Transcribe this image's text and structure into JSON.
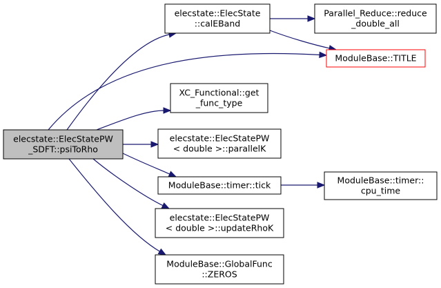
{
  "graph": {
    "colors": {
      "edge": "#191970",
      "node_border": "#000000",
      "root_fill": "#bfbfbf",
      "node_fill": "#ffffff",
      "highlight_border": "#ff0000"
    },
    "nodes": [
      {
        "id": "root",
        "lines": [
          "elecstate::ElecStatePW",
          "_SDFT::psiToRho"
        ],
        "variant": "root"
      },
      {
        "id": "calEBand",
        "lines": [
          "elecstate::ElecState",
          "::calEBand"
        ],
        "variant": "normal"
      },
      {
        "id": "reduce",
        "lines": [
          "Parallel_Reduce::reduce",
          "_double_all"
        ],
        "variant": "normal"
      },
      {
        "id": "title",
        "lines": [
          "ModuleBase::TITLE"
        ],
        "variant": "highlight"
      },
      {
        "id": "xcfunc",
        "lines": [
          "XC_Functional::get",
          "_func_type"
        ],
        "variant": "normal"
      },
      {
        "id": "parallelK",
        "lines": [
          "elecstate::ElecStatePW",
          "< double >::parallelK"
        ],
        "variant": "normal"
      },
      {
        "id": "tick",
        "lines": [
          "ModuleBase::timer::tick"
        ],
        "variant": "normal"
      },
      {
        "id": "cputime",
        "lines": [
          "ModuleBase::timer::",
          "cpu_time"
        ],
        "variant": "normal"
      },
      {
        "id": "updateRhoK",
        "lines": [
          "elecstate::ElecStatePW",
          "< double >::updateRhoK"
        ],
        "variant": "normal"
      },
      {
        "id": "zeros",
        "lines": [
          "ModuleBase::GlobalFunc",
          "::ZEROS"
        ],
        "variant": "normal"
      }
    ],
    "edges": [
      {
        "from": "root",
        "to": "calEBand"
      },
      {
        "from": "root",
        "to": "title"
      },
      {
        "from": "root",
        "to": "xcfunc"
      },
      {
        "from": "root",
        "to": "parallelK"
      },
      {
        "from": "root",
        "to": "tick"
      },
      {
        "from": "root",
        "to": "updateRhoK"
      },
      {
        "from": "root",
        "to": "zeros"
      },
      {
        "from": "calEBand",
        "to": "reduce"
      },
      {
        "from": "calEBand",
        "to": "title"
      },
      {
        "from": "tick",
        "to": "cputime"
      }
    ]
  }
}
